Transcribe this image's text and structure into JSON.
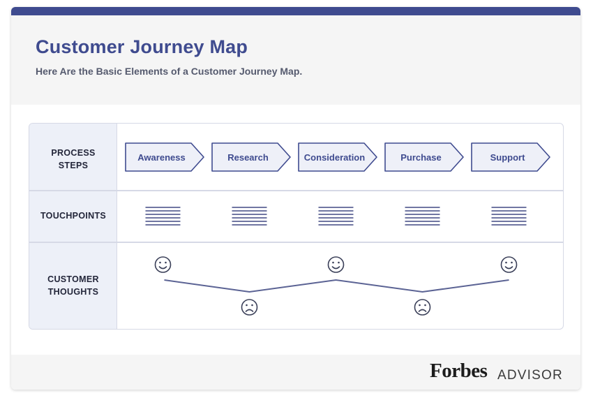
{
  "title": "Customer Journey Map",
  "subtitle": "Here Are the Basic Elements of a Customer Journey Map.",
  "rows": {
    "process_steps": [
      "PROCESS",
      "STEPS"
    ],
    "touchpoints": [
      "TOUCHPOINTS"
    ],
    "customer_thoughts": [
      "CUSTOMER",
      "THOUGHTS"
    ]
  },
  "steps": [
    "Awareness",
    "Research",
    "Consideration",
    "Purchase",
    "Support"
  ],
  "thoughts": [
    "happy",
    "sad",
    "happy",
    "sad",
    "happy"
  ],
  "icons": {
    "touchpoint": "text-lines-icon",
    "happy": "smiley-face-icon",
    "sad": "frown-face-icon"
  },
  "brand": {
    "name": "Forbes",
    "product": "ADVISOR"
  },
  "colors": {
    "accent": "#3f4b8f",
    "label_bg": "#edf0f8",
    "line": "#5b6394",
    "header_bg": "#f5f5f5"
  }
}
